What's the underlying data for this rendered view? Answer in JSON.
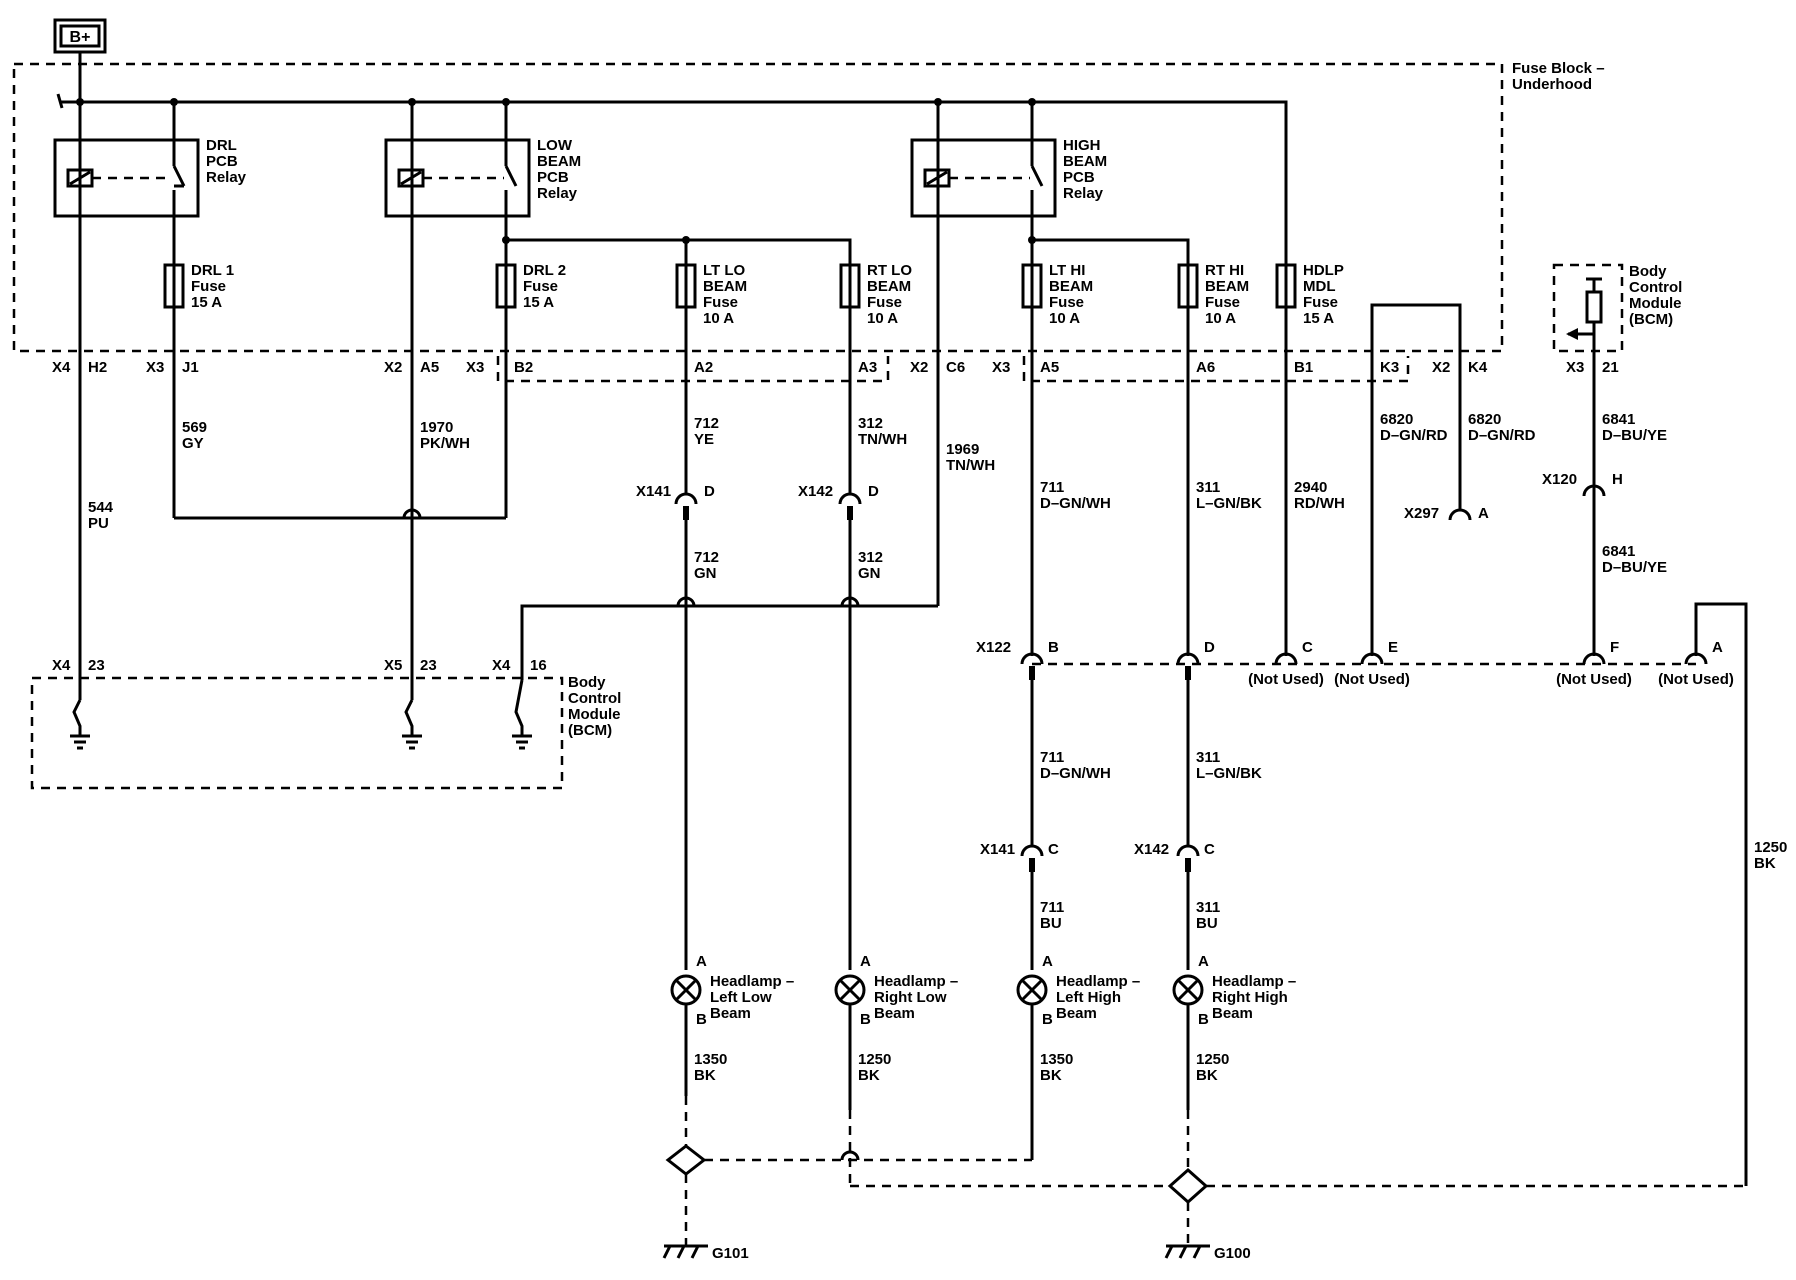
{
  "power_label": "B+",
  "fuse_block": {
    "title_l1": "Fuse Block –",
    "title_l2": "Underhood"
  },
  "relays": {
    "drl": [
      "DRL",
      "PCB",
      "Relay"
    ],
    "low": [
      "LOW",
      "BEAM",
      "PCB",
      "Relay"
    ],
    "high": [
      "HIGH",
      "BEAM",
      "PCB",
      "Relay"
    ]
  },
  "fuses": {
    "drl1": [
      "DRL 1",
      "Fuse",
      "15 A"
    ],
    "drl2": [
      "DRL 2",
      "Fuse",
      "15 A"
    ],
    "ltlo": [
      "LT LO",
      "BEAM",
      "Fuse",
      "10 A"
    ],
    "rtlo": [
      "RT LO",
      "BEAM",
      "Fuse",
      "10 A"
    ],
    "lthi": [
      "LT HI",
      "BEAM",
      "Fuse",
      "10 A"
    ],
    "rthi": [
      "RT HI",
      "BEAM",
      "Fuse",
      "10 A"
    ],
    "hdlp": [
      "HDLP",
      "MDL",
      "Fuse",
      "15 A"
    ]
  },
  "pins_top": {
    "x4": "X4",
    "h2": "H2",
    "x3a": "X3",
    "j1": "J1",
    "x2a": "X2",
    "a5a": "A5",
    "x3b": "X3",
    "b2": "B2",
    "a2": "A2",
    "a3": "A3",
    "x2b": "X2",
    "c6": "C6",
    "x3c": "X3",
    "a5b": "A5",
    "a6": "A6",
    "b1": "B1",
    "k3": "K3",
    "x2c": "X2",
    "k4": "K4",
    "x3d": "X3",
    "p21": "21"
  },
  "wires": {
    "w569": [
      "569",
      "GY"
    ],
    "w1970": [
      "1970",
      "PK/WH"
    ],
    "w544": [
      "544",
      "PU"
    ],
    "w712ye": [
      "712",
      "YE"
    ],
    "w312tn": [
      "312",
      "TN/WH"
    ],
    "w1969": [
      "1969",
      "TN/WH"
    ],
    "w711a": [
      "711",
      "D–GN/WH"
    ],
    "w311a": [
      "311",
      "L–GN/BK"
    ],
    "w2940": [
      "2940",
      "RD/WH"
    ],
    "w6820a": [
      "6820",
      "D–GN/RD"
    ],
    "w6820b": [
      "6820",
      "D–GN/RD"
    ],
    "w6841a": [
      "6841",
      "D–BU/YE"
    ],
    "w6841b": [
      "6841",
      "D–BU/YE"
    ],
    "w712gn": [
      "712",
      "GN"
    ],
    "w312gn": [
      "312",
      "GN"
    ],
    "w711b": [
      "711",
      "D–GN/WH"
    ],
    "w311b": [
      "311",
      "L–GN/BK"
    ],
    "w711bu": [
      "711",
      "BU"
    ],
    "w311bu": [
      "311",
      "BU"
    ],
    "w1350a": [
      "1350",
      "BK"
    ],
    "w1250a": [
      "1250",
      "BK"
    ],
    "w1350b": [
      "1350",
      "BK"
    ],
    "w1250b": [
      "1250",
      "BK"
    ],
    "w1250c": [
      "1250",
      "BK"
    ]
  },
  "connectors": {
    "x141d": [
      "X141",
      "D"
    ],
    "x142d": [
      "X142",
      "D"
    ],
    "x297": [
      "X297",
      "A"
    ],
    "x120": [
      "X120",
      "H"
    ],
    "x141c": [
      "X141",
      "C"
    ],
    "x142c": [
      "X142",
      "C"
    ]
  },
  "x122": {
    "name": "X122",
    "pins": [
      "B",
      "D",
      "C",
      "E",
      "F",
      "A"
    ],
    "not_used": "(Not Used)"
  },
  "bcm_main": {
    "lines": [
      "Body",
      "Control",
      "Module",
      "(BCM)"
    ],
    "pins": [
      "X4",
      "23",
      "X5",
      "23",
      "X4",
      "16"
    ]
  },
  "bcm_small": {
    "lines": [
      "Body",
      "Control",
      "Module",
      "(BCM)"
    ]
  },
  "lamps": {
    "ll": [
      "Headlamp –",
      "Left Low",
      "Beam"
    ],
    "rl": [
      "Headlamp –",
      "Right Low",
      "Beam"
    ],
    "lh": [
      "Headlamp –",
      "Left High",
      "Beam"
    ],
    "rh": [
      "Headlamp –",
      "Right High",
      "Beam"
    ],
    "pin_a": "A",
    "pin_b": "B"
  },
  "grounds": {
    "g101": "G101",
    "g100": "G100"
  }
}
